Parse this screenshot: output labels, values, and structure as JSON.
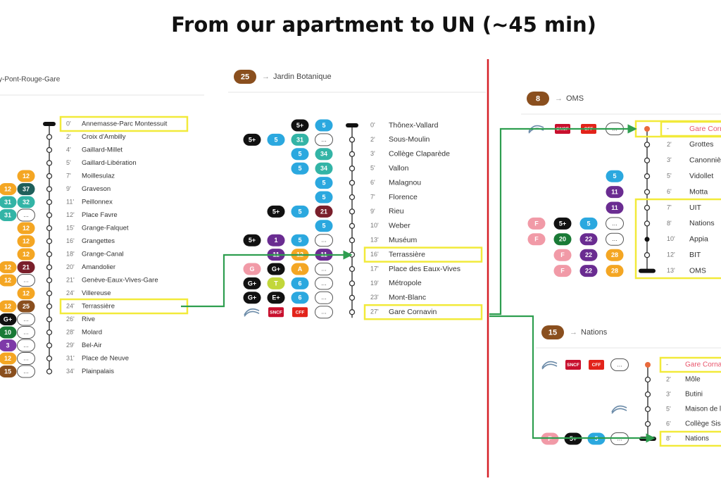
{
  "title": "From our apartment to UN (~45 min)",
  "colors": {
    "route_green": "#2e9e4f",
    "divider_red": "#d61f26",
    "highlight_yellow": "#f2ea3a",
    "line_25": "#8a4f1e",
    "line_8": "#8a4f1e",
    "line_15": "#8a4f1e",
    "orange": "#f4a623",
    "cyan": "#2ba8df",
    "teal": "#33b4a6",
    "black": "#111111",
    "maroon": "#7a1f2b",
    "purple": "#6a2c91",
    "pink": "#f19aa7",
    "darkgreen": "#1a7a36",
    "lime": "#c2d73a",
    "violet": "#7e3aa8",
    "darkteal": "#1f5f5a"
  },
  "panel_left": {
    "header": "y-Pont-Rouge-Gare",
    "stops": [
      {
        "time": "0'",
        "name": "Annemasse-Parc Montessuit",
        "hl": true
      },
      {
        "time": "2'",
        "name": "Croix d'Ambilly"
      },
      {
        "time": "4'",
        "name": "Gaillard-Millet"
      },
      {
        "time": "5'",
        "name": "Gaillard-Libération"
      },
      {
        "time": "7'",
        "name": "Moillesulaz"
      },
      {
        "time": "9'",
        "name": "Graveson"
      },
      {
        "time": "11'",
        "name": "Peillonnex"
      },
      {
        "time": "12'",
        "name": "Place Favre"
      },
      {
        "time": "15'",
        "name": "Grange-Falquet"
      },
      {
        "time": "16'",
        "name": "Grangettes"
      },
      {
        "time": "18'",
        "name": "Grange-Canal"
      },
      {
        "time": "20'",
        "name": "Amandolier"
      },
      {
        "time": "21'",
        "name": "Genève-Eaux-Vives-Gare"
      },
      {
        "time": "24'",
        "name": "Villereuse"
      },
      {
        "time": "24'",
        "name": "Terrassière",
        "hl": true
      },
      {
        "time": "26'",
        "name": "Rive"
      },
      {
        "time": "28'",
        "name": "Molard"
      },
      {
        "time": "29'",
        "name": "Bel-Air"
      },
      {
        "time": "31'",
        "name": "Place de Neuve"
      },
      {
        "time": "34'",
        "name": "Plainpalais"
      }
    ],
    "badges": [
      [],
      [],
      [],
      [],
      [
        {
          "t": "12",
          "c": "orange"
        }
      ],
      [
        {
          "t": "12",
          "c": "orange"
        },
        {
          "t": "37",
          "c": "darkteal"
        }
      ],
      [
        {
          "t": "31",
          "c": "teal"
        },
        {
          "t": "32",
          "c": "teal"
        }
      ],
      [
        {
          "t": "31",
          "c": "teal"
        },
        {
          "t": "...",
          "c": "outline"
        }
      ],
      [
        {
          "t": "12",
          "c": "orange"
        }
      ],
      [
        {
          "t": "12",
          "c": "orange"
        }
      ],
      [
        {
          "t": "12",
          "c": "orange"
        }
      ],
      [
        {
          "t": "12",
          "c": "orange"
        },
        {
          "t": "21",
          "c": "maroon"
        }
      ],
      [
        {
          "t": "12",
          "c": "orange"
        },
        {
          "t": "...",
          "c": "outline"
        }
      ],
      [
        {
          "t": "12",
          "c": "orange"
        }
      ],
      [
        {
          "t": "12",
          "c": "orange"
        },
        {
          "t": "25",
          "c": "line_25"
        }
      ],
      [
        {
          "t": "G+",
          "c": "black"
        },
        {
          "t": "...",
          "c": "outline"
        }
      ],
      [
        {
          "t": "10",
          "c": "darkgreen"
        },
        {
          "t": "...",
          "c": "outline"
        }
      ],
      [
        {
          "t": "3",
          "c": "violet"
        },
        {
          "t": "...",
          "c": "outline"
        }
      ],
      [
        {
          "t": "12",
          "c": "orange"
        },
        {
          "t": "...",
          "c": "outline"
        }
      ],
      [
        {
          "t": "15",
          "c": "line_25"
        },
        {
          "t": "...",
          "c": "outline"
        }
      ]
    ]
  },
  "panel_25": {
    "line": "25",
    "arrow": "→",
    "destination": "Jardin Botanique",
    "stops": [
      {
        "time": "0'",
        "name": "Thônex-Vallard"
      },
      {
        "time": "2'",
        "name": "Sous-Moulin"
      },
      {
        "time": "3'",
        "name": "Collège Claparède"
      },
      {
        "time": "5'",
        "name": "Vallon"
      },
      {
        "time": "6'",
        "name": "Malagnou"
      },
      {
        "time": "7'",
        "name": "Florence"
      },
      {
        "time": "9'",
        "name": "Rieu"
      },
      {
        "time": "10'",
        "name": "Weber"
      },
      {
        "time": "13'",
        "name": "Muséum"
      },
      {
        "time": "16'",
        "name": "Terrassière",
        "hl": true
      },
      {
        "time": "17'",
        "name": "Place des Eaux-Vives"
      },
      {
        "time": "19'",
        "name": "Métropole"
      },
      {
        "time": "23'",
        "name": "Mont-Blanc"
      },
      {
        "time": "27'",
        "name": "Gare Cornavin",
        "hl": true
      }
    ],
    "badges": [
      [
        {
          "t": "5+",
          "c": "black"
        },
        {
          "t": "5",
          "c": "cyan"
        }
      ],
      [
        {
          "t": "5+",
          "c": "black"
        },
        {
          "t": "5",
          "c": "cyan"
        },
        {
          "t": "31",
          "c": "teal"
        },
        {
          "t": "...",
          "c": "outline"
        }
      ],
      [
        {
          "t": "5",
          "c": "cyan"
        },
        {
          "t": "34",
          "c": "teal"
        }
      ],
      [
        {
          "t": "5",
          "c": "cyan"
        },
        {
          "t": "34",
          "c": "teal"
        }
      ],
      [
        {
          "t": "5",
          "c": "cyan"
        }
      ],
      [
        {
          "t": "5",
          "c": "cyan"
        }
      ],
      [
        {
          "t": "5+",
          "c": "black"
        },
        {
          "t": "5",
          "c": "cyan"
        },
        {
          "t": "21",
          "c": "maroon"
        }
      ],
      [
        {
          "t": "5",
          "c": "cyan"
        }
      ],
      [
        {
          "t": "5+",
          "c": "black"
        },
        {
          "t": "1",
          "c": "purple"
        },
        {
          "t": "5",
          "c": "cyan"
        },
        {
          "t": "...",
          "c": "outline"
        }
      ],
      [
        {
          "t": "11",
          "c": "purple"
        },
        {
          "t": "12",
          "c": "orange"
        },
        {
          "t": "11",
          "c": "purple"
        }
      ],
      [
        {
          "t": "G",
          "c": "pink"
        },
        {
          "t": "G+",
          "c": "black"
        },
        {
          "t": "A",
          "c": "orange"
        },
        {
          "t": "...",
          "c": "outline"
        }
      ],
      [
        {
          "t": "G+",
          "c": "black"
        },
        {
          "t": "T",
          "c": "lime"
        },
        {
          "t": "6",
          "c": "cyan"
        },
        {
          "t": "...",
          "c": "outline"
        }
      ],
      [
        {
          "t": "G+",
          "c": "black"
        },
        {
          "t": "E+",
          "c": "black"
        },
        {
          "t": "6",
          "c": "cyan"
        },
        {
          "t": "...",
          "c": "outline"
        }
      ],
      [
        {
          "t": "",
          "c": "lake"
        },
        {
          "t": "SNCF",
          "c": "sncf"
        },
        {
          "t": "CFF",
          "c": "cff"
        },
        {
          "t": "...",
          "c": "outline"
        }
      ]
    ]
  },
  "panel_8": {
    "line": "8",
    "arrow": "→",
    "destination": "OMS",
    "stops": [
      {
        "time": "-",
        "name": "Gare Cornavin",
        "hl": true,
        "current": true
      },
      {
        "time": "2'",
        "name": "Grottes"
      },
      {
        "time": "3'",
        "name": "Canonnière"
      },
      {
        "time": "5'",
        "name": "Vidollet"
      },
      {
        "time": "6'",
        "name": "Motta"
      },
      {
        "time": "7'",
        "name": "UIT"
      },
      {
        "time": "8'",
        "name": "Nations"
      },
      {
        "time": "10'",
        "name": "Appia"
      },
      {
        "time": "12'",
        "name": "BIT"
      },
      {
        "time": "13'",
        "name": "OMS"
      }
    ],
    "badges": [
      [
        {
          "t": "",
          "c": "lake"
        },
        {
          "t": "SNCF",
          "c": "sncf"
        },
        {
          "t": "CFF",
          "c": "cff"
        },
        {
          "t": "...",
          "c": "outline"
        }
      ],
      [],
      [],
      [
        {
          "t": "5",
          "c": "cyan"
        }
      ],
      [
        {
          "t": "11",
          "c": "purple"
        }
      ],
      [
        {
          "t": "11",
          "c": "purple"
        }
      ],
      [
        {
          "t": "F",
          "c": "pink"
        },
        {
          "t": "5+",
          "c": "black"
        },
        {
          "t": "5",
          "c": "cyan"
        },
        {
          "t": "...",
          "c": "outline"
        }
      ],
      [
        {
          "t": "F",
          "c": "pink"
        },
        {
          "t": "20",
          "c": "darkgreen"
        },
        {
          "t": "22",
          "c": "purple"
        },
        {
          "t": "...",
          "c": "outline"
        }
      ],
      [
        {
          "t": "F",
          "c": "pink"
        },
        {
          "t": "22",
          "c": "purple"
        },
        {
          "t": "28",
          "c": "orange"
        }
      ],
      [
        {
          "t": "F",
          "c": "pink"
        },
        {
          "t": "22",
          "c": "purple"
        },
        {
          "t": "28",
          "c": "orange"
        }
      ]
    ]
  },
  "panel_15": {
    "line": "15",
    "arrow": "→",
    "destination": "Nations",
    "stops": [
      {
        "time": "-",
        "name": "Gare Cornavin",
        "hl": true,
        "current": true
      },
      {
        "time": "2'",
        "name": "Môle"
      },
      {
        "time": "3'",
        "name": "Butini"
      },
      {
        "time": "5'",
        "name": "Maison de la Paix"
      },
      {
        "time": "6'",
        "name": "Collège Sismondi"
      },
      {
        "time": "8'",
        "name": "Nations",
        "hl": true
      }
    ],
    "badges": [
      [
        {
          "t": "",
          "c": "lake"
        },
        {
          "t": "SNCF",
          "c": "sncf"
        },
        {
          "t": "CFF",
          "c": "cff"
        },
        {
          "t": "...",
          "c": "outline"
        }
      ],
      [],
      [],
      [
        {
          "t": "",
          "c": "lake"
        }
      ],
      [],
      [
        {
          "t": "F",
          "c": "pink"
        },
        {
          "t": "5+",
          "c": "black"
        },
        {
          "t": "5",
          "c": "cyan"
        },
        {
          "t": "...",
          "c": "outline"
        }
      ]
    ]
  }
}
